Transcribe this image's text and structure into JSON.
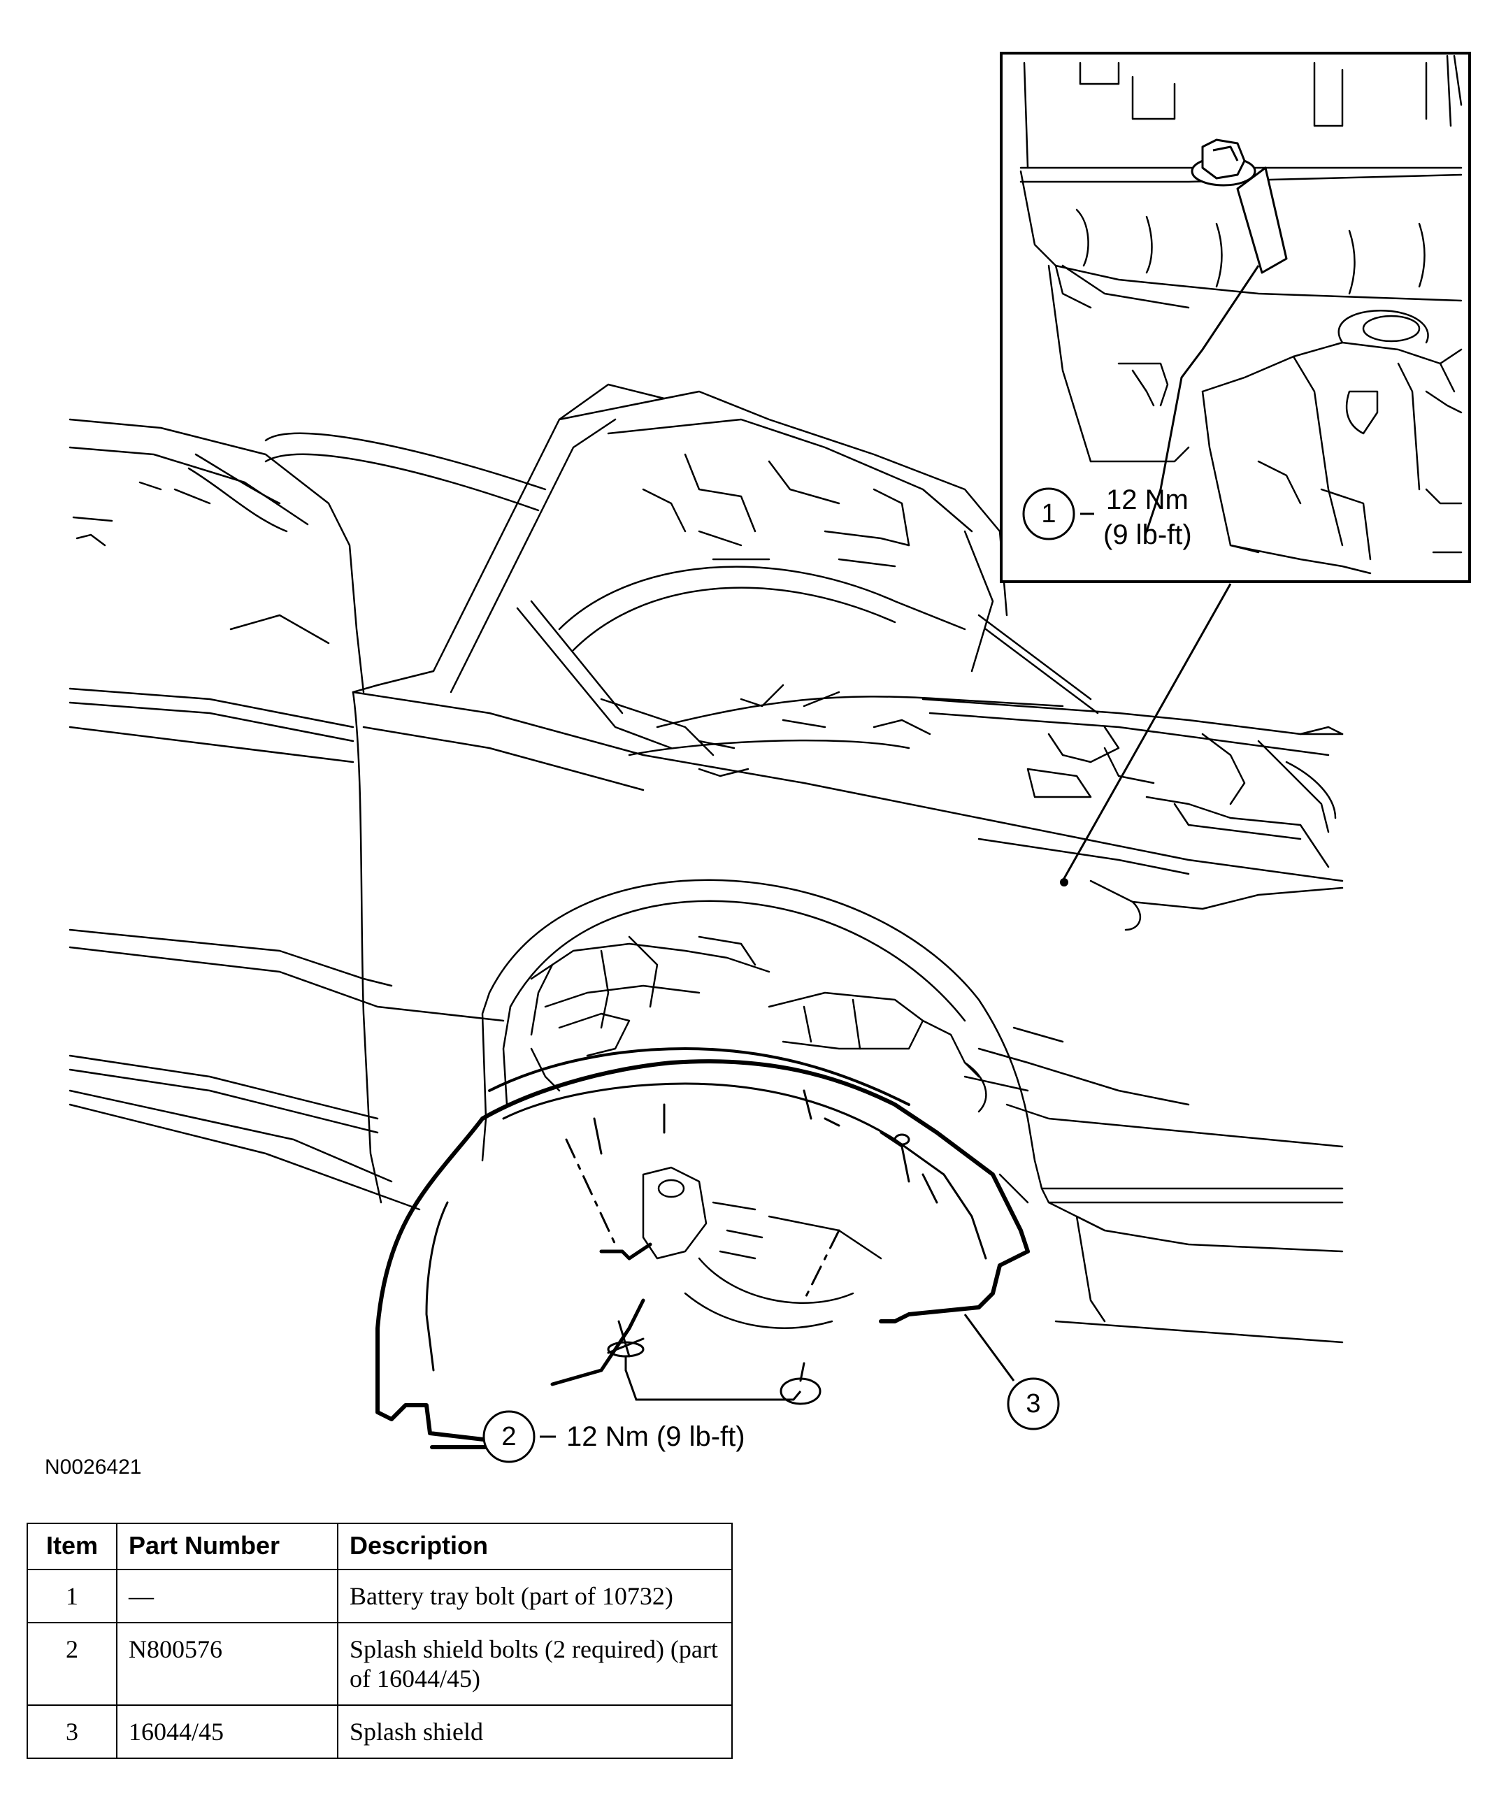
{
  "figure_id": "N0026421",
  "callouts": [
    {
      "number": "1",
      "torque_line1": "12 Nm",
      "torque_line2": "(9 lb-ft)"
    },
    {
      "number": "2",
      "torque": "12 Nm (9 lb-ft)"
    },
    {
      "number": "3"
    }
  ],
  "table": {
    "headers": [
      "Item",
      "Part Number",
      "Description"
    ],
    "rows": [
      {
        "item": "1",
        "part_number": "—",
        "description": "Battery tray bolt (part of 10732)"
      },
      {
        "item": "2",
        "part_number": "N800576",
        "description": "Splash shield bolts (2 required) (part of 16044/45)"
      },
      {
        "item": "3",
        "part_number": "16044/45",
        "description": "Splash shield"
      }
    ]
  }
}
